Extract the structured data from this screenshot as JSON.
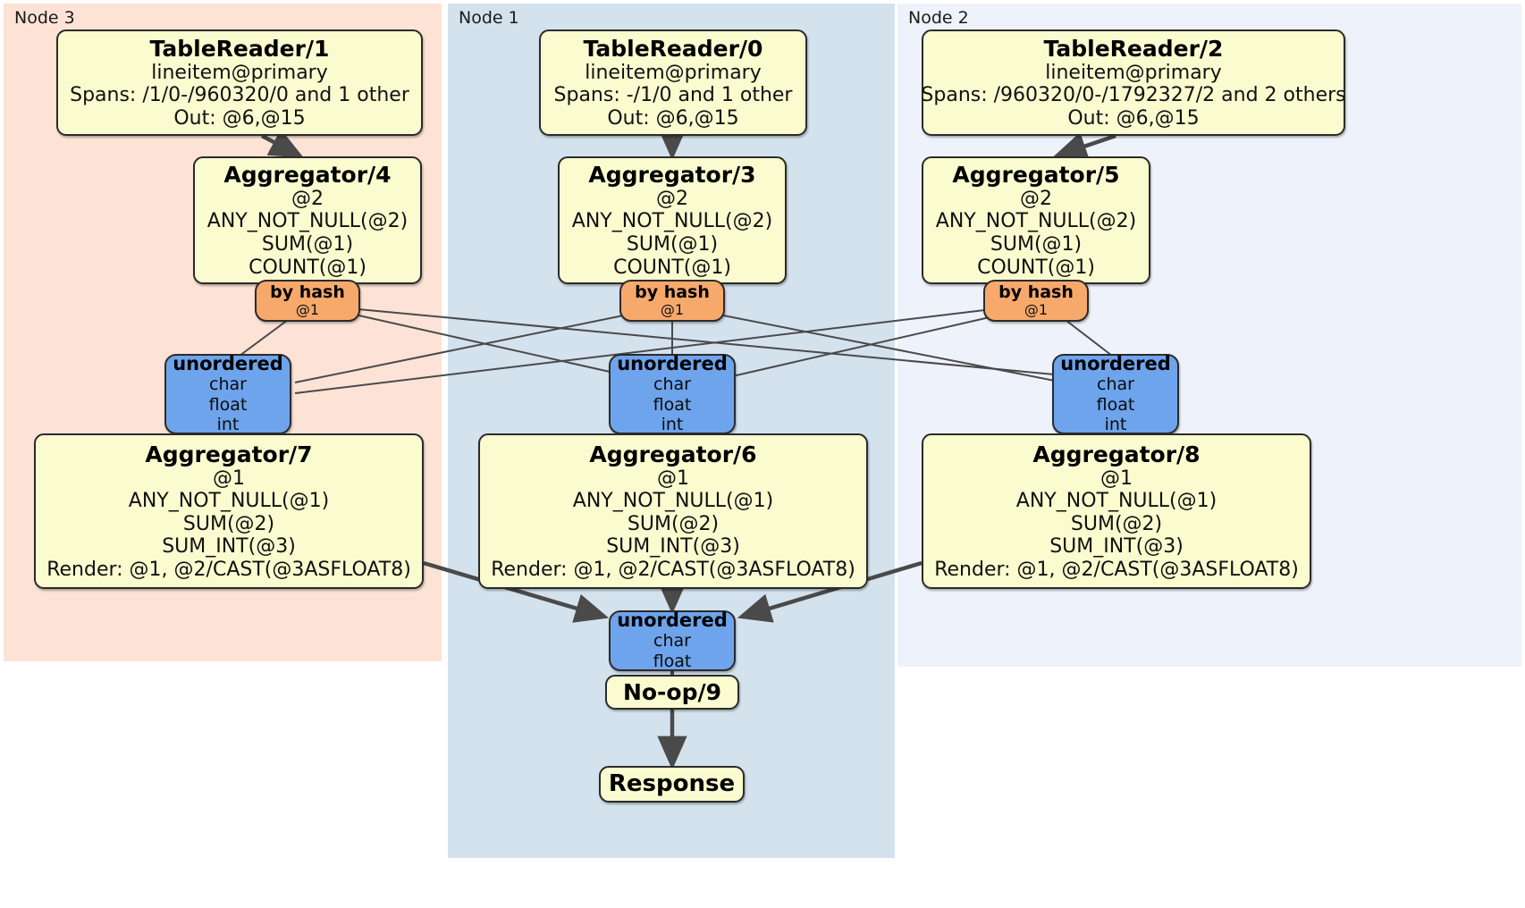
{
  "diagram": {
    "type": "distributed-query-plan",
    "colors": {
      "processor_fill": "#fbfbd0",
      "router_fill": "#f7a96c",
      "sync_fill": "#6da4ec",
      "node3_panel": "#fce3d6",
      "node1_panel": "#d4e2ee",
      "node2_panel": "#eef2fb",
      "edge": "#4a4a4a",
      "border": "#2b2b2b"
    },
    "panels": [
      {
        "id": "node3",
        "label": "Node 3"
      },
      {
        "id": "node1",
        "label": "Node 1"
      },
      {
        "id": "node2",
        "label": "Node 2"
      }
    ],
    "processors": {
      "table_reader_1": {
        "title": "TableReader/1",
        "lines": [
          "lineitem@primary",
          "Spans: /1/0-/960320/0 and 1 other",
          "Out: @6,@15"
        ]
      },
      "table_reader_0": {
        "title": "TableReader/0",
        "lines": [
          "lineitem@primary",
          "Spans: -/1/0 and 1 other",
          "Out: @6,@15"
        ]
      },
      "table_reader_2": {
        "title": "TableReader/2",
        "lines": [
          "lineitem@primary",
          "Spans: /960320/0-/1792327/2 and 2 others",
          "Out: @6,@15"
        ]
      },
      "aggregator_4": {
        "title": "Aggregator/4",
        "lines": [
          "@2",
          "ANY_NOT_NULL(@2)",
          "SUM(@1)",
          "COUNT(@1)"
        ]
      },
      "aggregator_3": {
        "title": "Aggregator/3",
        "lines": [
          "@2",
          "ANY_NOT_NULL(@2)",
          "SUM(@1)",
          "COUNT(@1)"
        ]
      },
      "aggregator_5": {
        "title": "Aggregator/5",
        "lines": [
          "@2",
          "ANY_NOT_NULL(@2)",
          "SUM(@1)",
          "COUNT(@1)"
        ]
      },
      "aggregator_7": {
        "title": "Aggregator/7",
        "lines": [
          "@1",
          "ANY_NOT_NULL(@1)",
          "SUM(@2)",
          "SUM_INT(@3)",
          "Render: @1, @2/CAST(@3ASFLOAT8)"
        ]
      },
      "aggregator_6": {
        "title": "Aggregator/6",
        "lines": [
          "@1",
          "ANY_NOT_NULL(@1)",
          "SUM(@2)",
          "SUM_INT(@3)",
          "Render: @1, @2/CAST(@3ASFLOAT8)"
        ]
      },
      "aggregator_8": {
        "title": "Aggregator/8",
        "lines": [
          "@1",
          "ANY_NOT_NULL(@1)",
          "SUM(@2)",
          "SUM_INT(@3)",
          "Render: @1, @2/CAST(@3ASFLOAT8)"
        ]
      },
      "noop_9": {
        "title": "No-op/9",
        "lines": []
      },
      "response": {
        "title": "Response",
        "lines": []
      }
    },
    "routers": {
      "by_hash_4": {
        "title": "by hash",
        "lines": [
          "@1"
        ]
      },
      "by_hash_3": {
        "title": "by hash",
        "lines": [
          "@1"
        ]
      },
      "by_hash_5": {
        "title": "by hash",
        "lines": [
          "@1"
        ]
      }
    },
    "synchronizers": {
      "unordered_7": {
        "title": "unordered",
        "lines": [
          "char",
          "float",
          "int"
        ]
      },
      "unordered_6": {
        "title": "unordered",
        "lines": [
          "char",
          "float",
          "int"
        ]
      },
      "unordered_8": {
        "title": "unordered",
        "lines": [
          "char",
          "float",
          "int"
        ]
      },
      "unordered_final": {
        "title": "unordered",
        "lines": [
          "char",
          "float"
        ]
      }
    }
  }
}
